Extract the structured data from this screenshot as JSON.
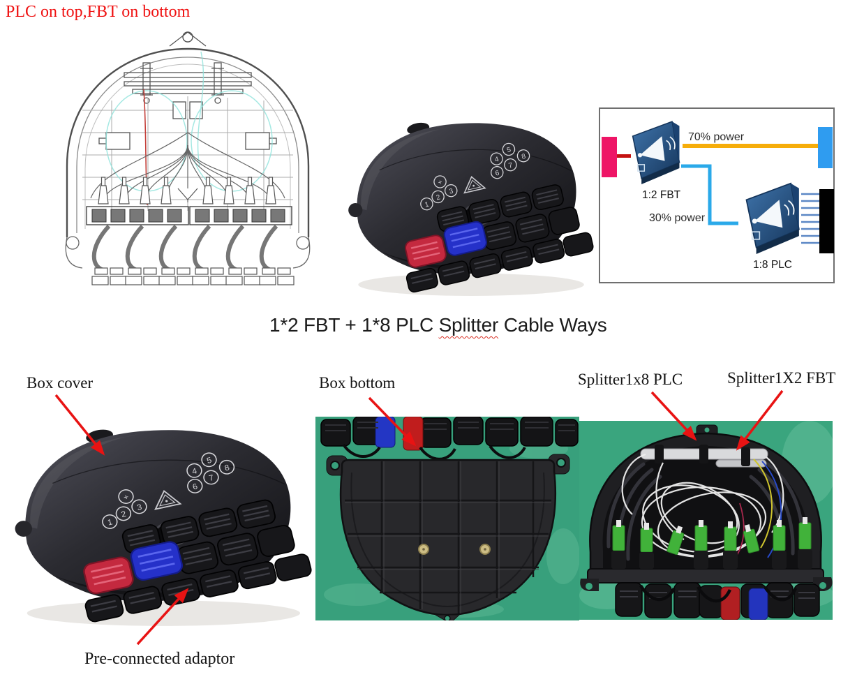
{
  "note_top_left": {
    "text": "PLC on top,FBT on bottom",
    "color": "#ef1212"
  },
  "title": {
    "pre": "1*2 FBT + 1*8 PLC ",
    "underlined": "Splitter",
    "post": " Cable Ways"
  },
  "splitter_diagram": {
    "labels": {
      "power_70": "70% power",
      "fbt": "1:2 FBT",
      "power_30": "30% power",
      "plc": "1:8 PLC"
    },
    "output_fanout_count": 8,
    "colors": {
      "border": "#6f6f6f",
      "input_fiber_block": "#ee1566",
      "input_stub_line": "#c41210",
      "power70_line": "#f6ad0a",
      "single_output_block": "#2f9cf0",
      "power30_line": "#2aa9e9",
      "multi_output_block": "#000000",
      "fanout_lines": "#5b87c5",
      "splitter_icon": "#2b5a8c"
    }
  },
  "box_render": {
    "port_numbers": [
      "1",
      "2",
      "3",
      "4",
      "5",
      "6",
      "7",
      "8"
    ],
    "plus_mark": "+"
  },
  "annotations": {
    "arrow_color": "#e81313",
    "box_cover": "Box cover",
    "box_bottom": "Box bottom",
    "splitter_plc": "Splitter1x8 PLC",
    "splitter_fbt": "Splitter1X2 FBT",
    "pre_connected": "Pre-connected adaptor"
  }
}
